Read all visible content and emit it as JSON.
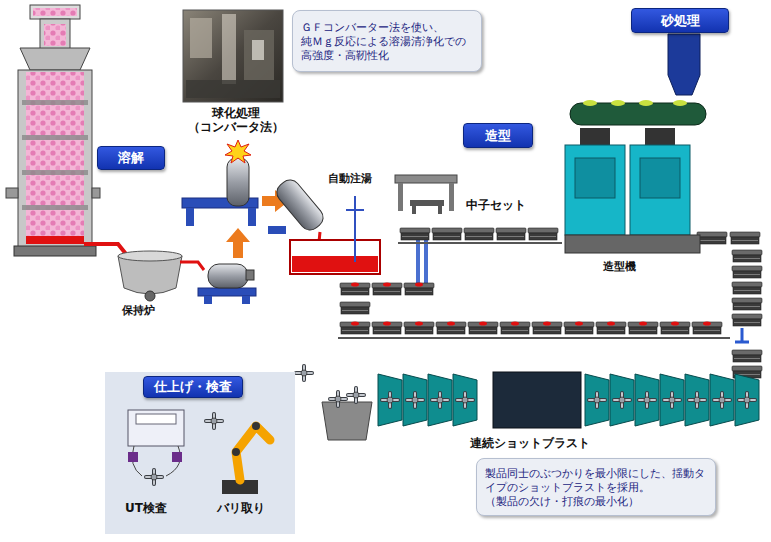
{
  "diagram": {
    "nodes": [
      {
        "text": [
          "ＧＦコンバーター法を使い、 純Ｍｇ反応による溶湯清浄化での 高強度・高靭性化"
        ]
      },
      {
        "text": [
          "溶解"
        ]
      },
      {
        "text": [
          "造型"
        ]
      },
      {
        "text": [
          "砂処理"
        ]
      },
      {
        "text": [
          "UT検査",
          "バリ取り"
        ]
      },
      {
        "text": [
          "仕上げ・検査"
        ],
        "in": 4
      },
      {
        "text": [
          "製品同士のぶつかりを最小限にした、揺動タ イプのショットブラストを採用。 （製品の欠け・打痕の最小化）"
        ]
      }
    ],
    "labels": [
      "球化処理 （コンバータ法）",
      "保持炉",
      "自動注湯",
      "中子セット",
      "造型機",
      "連続ショットブラスト"
    ]
  }
}
